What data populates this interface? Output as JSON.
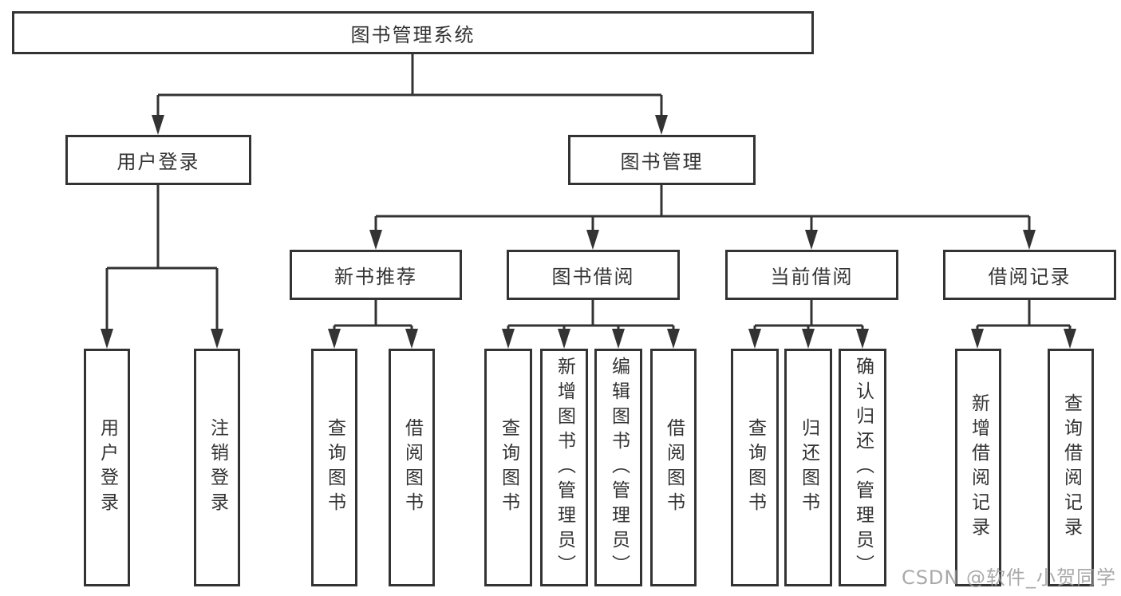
{
  "diagram": {
    "type": "function-structure-tree",
    "colors": {
      "line": "#333333",
      "text": "#333333",
      "background": "#ffffff",
      "watermark": "#9b9b9b"
    },
    "tree": {
      "label": "图书管理系统",
      "children": [
        {
          "label": "用户登录",
          "children": [
            {
              "label": "用户登录"
            },
            {
              "label": "注销登录"
            }
          ]
        },
        {
          "label": "图书管理",
          "children": [
            {
              "label": "新书推荐",
              "children": [
                {
                  "label": "查询图书"
                },
                {
                  "label": "借阅图书"
                }
              ]
            },
            {
              "label": "图书借阅",
              "children": [
                {
                  "label": "查询图书"
                },
                {
                  "label": "新增图书（管理员）"
                },
                {
                  "label": "编辑图书（管理员）"
                },
                {
                  "label": "借阅图书"
                }
              ]
            },
            {
              "label": "当前借阅",
              "children": [
                {
                  "label": "查询图书"
                },
                {
                  "label": "归还图书"
                },
                {
                  "label": "确认归还（管理员）"
                }
              ]
            },
            {
              "label": "借阅记录",
              "children": [
                {
                  "label": "新增借阅记录"
                },
                {
                  "label": "查询借阅记录"
                }
              ]
            }
          ]
        }
      ]
    }
  },
  "watermark": {
    "text": "CSDN @软件_小贺同学"
  }
}
